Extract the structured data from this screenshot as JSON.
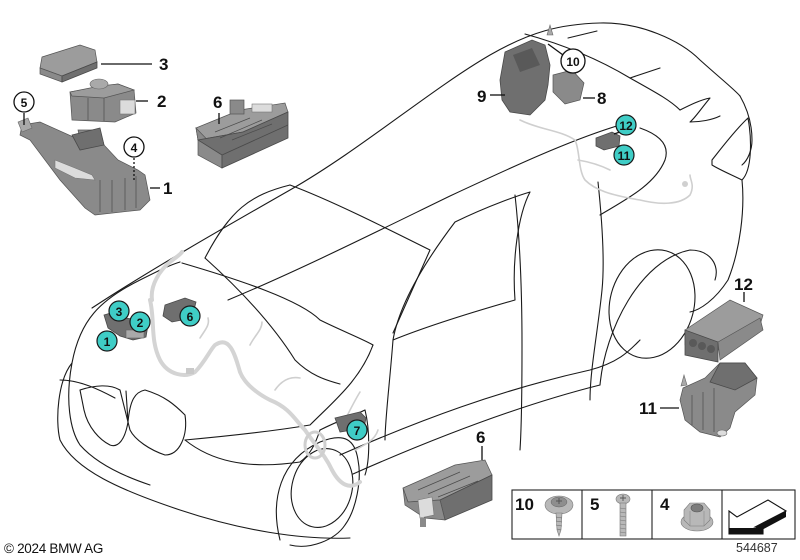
{
  "diagram": {
    "title": "Power distribution boxes / fuse carriers – vehicle overview",
    "copyright": "© 2024 BMW AG",
    "diagram_number": "544687",
    "colors": {
      "callout_teal": "#3fcdc6",
      "outline": "#1a1a1a",
      "part_gray": "#7a7a7a",
      "harness_gray": "#d4d4d4",
      "background": "#ffffff"
    },
    "part_labels": [
      {
        "id": "label-3",
        "number": "3"
      },
      {
        "id": "label-2",
        "number": "2"
      },
      {
        "id": "label-1",
        "number": "1"
      },
      {
        "id": "label-6-top",
        "number": "6"
      },
      {
        "id": "label-9",
        "number": "9"
      },
      {
        "id": "label-8",
        "number": "8"
      },
      {
        "id": "label-12",
        "number": "12"
      },
      {
        "id": "label-11",
        "number": "11"
      },
      {
        "id": "label-6-bottom",
        "number": "6"
      }
    ],
    "hardware_callouts": [
      {
        "id": "callout-5",
        "number": "5"
      },
      {
        "id": "callout-4",
        "number": "4"
      },
      {
        "id": "callout-10",
        "number": "10"
      }
    ],
    "location_markers": [
      {
        "id": "marker-1",
        "number": "1",
        "location": "engine compartment"
      },
      {
        "id": "marker-2",
        "number": "2",
        "location": "engine compartment"
      },
      {
        "id": "marker-3",
        "number": "3",
        "location": "engine compartment"
      },
      {
        "id": "marker-6",
        "number": "6",
        "location": "engine compartment"
      },
      {
        "id": "marker-7",
        "number": "7",
        "location": "front wheel arch / A-pillar"
      },
      {
        "id": "marker-12",
        "number": "12",
        "location": "rear luggage compartment"
      },
      {
        "id": "marker-11",
        "number": "11",
        "location": "rear luggage compartment"
      }
    ],
    "hardware_table": [
      {
        "number": "10",
        "icon": "screw-with-washer-icon"
      },
      {
        "number": "5",
        "icon": "pan-head-screw-icon"
      },
      {
        "number": "4",
        "icon": "hex-flange-nut-icon"
      },
      {
        "number": "",
        "icon": "direction-of-travel-arrow-icon"
      }
    ]
  }
}
